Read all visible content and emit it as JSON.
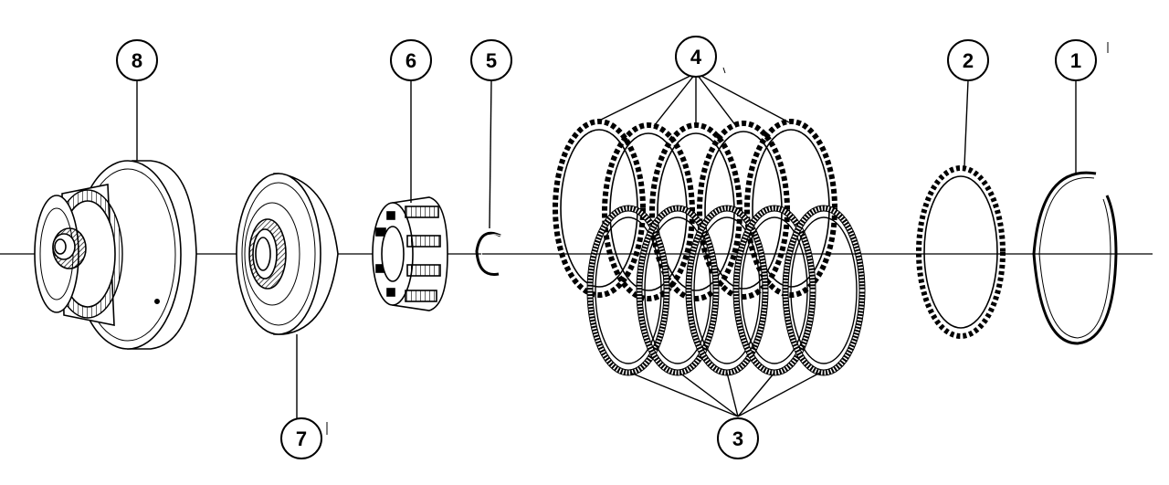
{
  "diagram": {
    "callouts": [
      {
        "id": "callout-1",
        "label": "1"
      },
      {
        "id": "callout-2",
        "label": "2"
      },
      {
        "id": "callout-3",
        "label": "3"
      },
      {
        "id": "callout-4",
        "label": "4"
      },
      {
        "id": "callout-5",
        "label": "5"
      },
      {
        "id": "callout-6",
        "label": "6"
      },
      {
        "id": "callout-7",
        "label": "7"
      },
      {
        "id": "callout-8",
        "label": "8"
      }
    ],
    "colors": {
      "ink": "#000000",
      "paper": "#ffffff",
      "shade": "#cccccc"
    }
  }
}
